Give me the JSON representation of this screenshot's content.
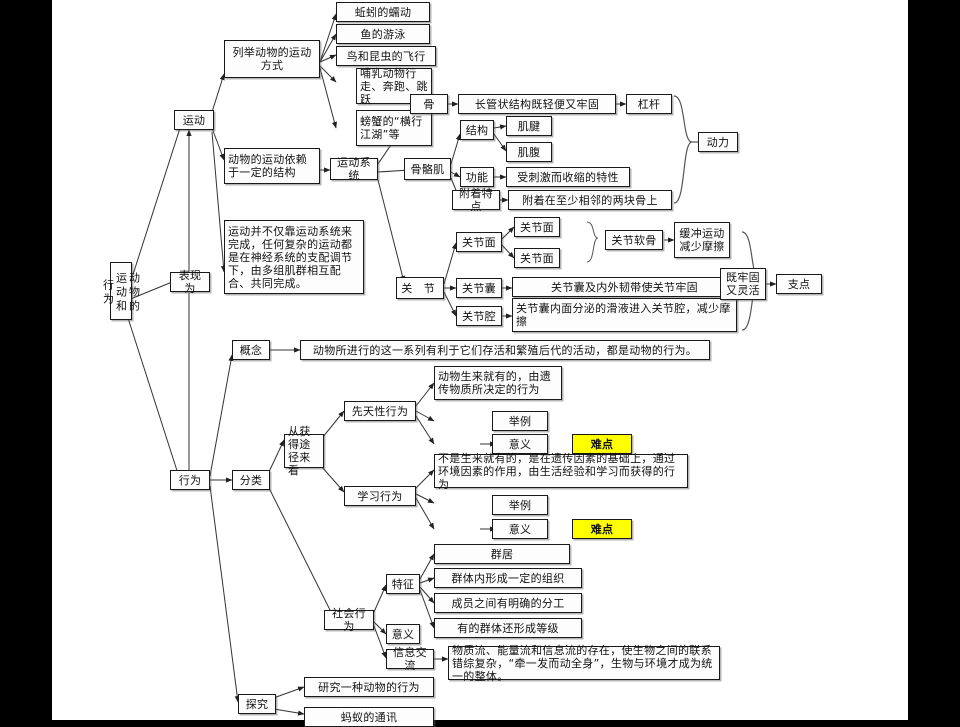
{
  "diagram": {
    "title": "动物的运动和行为",
    "type": "concept-map",
    "highlight_color": "#ffff00",
    "nodes": {
      "root": "动物的运动和行为",
      "expressed_as": "表现为",
      "motion": "运动",
      "behavior": "行为",
      "list_motion_modes": "列举动物的运动方式",
      "mode_earthworm": "蚯蚓的蠕动",
      "mode_fish": "鱼的游泳",
      "mode_bird_insect": "鸟和昆虫的飞行",
      "mode_mammal": "哺乳动物行走、奔跑、跳跃",
      "mode_crab": "螃蟹的“横行江湖”等",
      "motion_depends": "动物的运动依赖于一定的结构",
      "motion_system": "运动系统",
      "bone": "骨",
      "bone_desc": "长管状结构既轻便又牢固",
      "lever": "杠杆",
      "skeletal_muscle": "骨骼肌",
      "structure": "结构",
      "tendon": "肌腱",
      "muscle_belly": "肌腹",
      "function": "功能",
      "function_desc": "受刺激而收缩的特性",
      "attach_feature": "附着特点",
      "attach_desc": "附着在至少相邻的两块骨上",
      "power": "动力",
      "joint": "关 节",
      "joint_surface": "关节面",
      "joint_surface_a": "关节面",
      "joint_surface_b": "关节面",
      "joint_cartilage": "关节软骨",
      "cartilage_desc": "缓冲运动减少摩擦",
      "joint_capsule": "关节囊",
      "capsule_desc": "关节囊及内外韧带使关节牢固",
      "joint_cavity": "关节腔",
      "cavity_desc": "关节囊内面分泌的滑液进入关节腔，减少摩擦",
      "firm_flexible": "既牢固又灵活",
      "fulcrum": "支点",
      "nervous_note": "运动并不仅靠运动系统来完成，任何复杂的运动都是在神经系统的支配调节下，由多组肌群相互配合、共同完成。",
      "concept": "概念",
      "concept_desc": "动物所进行的这一系列有利于它们存活和繁殖后代的活动，都是动物的行为。",
      "classification": "分类",
      "by_acquire_path": "从获得途径来看",
      "innate_behavior": "先天性行为",
      "innate_desc": "动物生来就有的，由遗传物质所决定的行为",
      "innate_example": "举例",
      "innate_meaning": "意义",
      "innate_difficulty": "难点",
      "learned_behavior": "学习行为",
      "learned_desc": "不是生来就有的，是在遗传因素的基础上，通过环境因素的作用，由生活经验和学习而获得的行为",
      "learned_example": "举例",
      "learned_meaning": "意义",
      "learned_difficulty": "难点",
      "social_behavior": "社会行为",
      "feature": "特征",
      "feature_group": "群居",
      "feature_org": "群体内形成一定的组织",
      "feature_division": "成员之间有明确的分工",
      "feature_rank": "有的群体还形成等级",
      "social_meaning": "意义",
      "info_exchange": "信息交流",
      "info_desc": "物质流、能量流和信息流的存在，使生物之间的联系错综复杂，“牵一发而动全身”，生物与环境才成为统一的整体。",
      "inquiry": "探究",
      "inquiry_one": "研究一种动物的行为",
      "inquiry_ant": "蚂蚁的通讯"
    }
  }
}
